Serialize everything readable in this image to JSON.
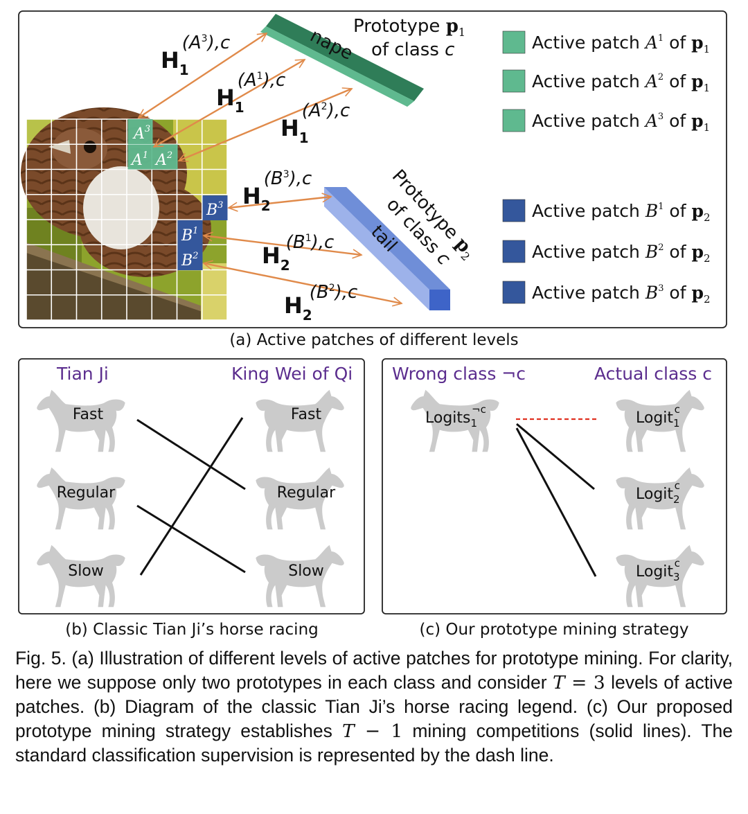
{
  "panel_a": {
    "caption": "(a) Active patches of different levels",
    "prototype1": {
      "title_word": "Prototype ",
      "title_symbol": "p",
      "title_sub": "1",
      "class_line": "of class ",
      "class_symbol": "c",
      "body_label": "nape",
      "color": "#5fb98f"
    },
    "prototype2": {
      "title_word": "Prototype ",
      "title_symbol": "p",
      "title_sub": "2",
      "class_line": "of class ",
      "class_symbol": "c",
      "body_label": "tail",
      "color": "#6f8ed8"
    },
    "patch_labels": [
      "A",
      "A",
      "A",
      "B",
      "B",
      "B"
    ],
    "patch_supers": [
      "3",
      "1",
      "2",
      "3",
      "1",
      "2"
    ],
    "h_symbol": "H",
    "h_subs": [
      "1",
      "1",
      "1",
      "2",
      "2",
      "2"
    ],
    "h_supers": [
      "(A",
      "(A",
      "(A",
      "(B",
      "(B",
      "(B"
    ],
    "h_super_nums": [
      "3",
      "1",
      "2",
      "3",
      "1",
      "2"
    ],
    "h_super_tail": "),c",
    "legend": [
      {
        "prefix": "Active patch ",
        "letter": "A",
        "sup": "1",
        "of": " of ",
        "proto": "p",
        "sub": "1"
      },
      {
        "prefix": "Active patch ",
        "letter": "A",
        "sup": "2",
        "of": " of ",
        "proto": "p",
        "sub": "1"
      },
      {
        "prefix": "Active patch ",
        "letter": "A",
        "sup": "3",
        "of": " of ",
        "proto": "p",
        "sub": "1"
      },
      {
        "prefix": "Active patch ",
        "letter": "B",
        "sup": "1",
        "of": " of ",
        "proto": "p",
        "sub": "2"
      },
      {
        "prefix": "Active patch ",
        "letter": "B",
        "sup": "2",
        "of": " of ",
        "proto": "p",
        "sub": "2"
      },
      {
        "prefix": "Active patch ",
        "letter": "B",
        "sup": "3",
        "of": " of ",
        "proto": "p",
        "sub": "2"
      }
    ],
    "colors": {
      "a_patch": "#5fb98f",
      "b_patch": "#34579c",
      "arrow": "#e08a4a"
    }
  },
  "panel_b": {
    "caption": "(b) Classic Tian Ji’s horse racing",
    "left_title": "Tian Ji",
    "right_title": "King Wei of Qi",
    "left_horses": [
      "Fast",
      "Regular",
      "Slow"
    ],
    "right_horses": [
      "Fast",
      "Regular",
      "Slow"
    ],
    "title_color": "#5b2d8e"
  },
  "panel_c": {
    "caption": "(c) Our prototype mining strategy",
    "left_title": "Wrong class ¬c",
    "right_title": "Actual class c",
    "left_logit": {
      "base": "Logits",
      "sub": "1",
      "sup": "¬c"
    },
    "right_logits": [
      {
        "base": "Logit",
        "sub": "1",
        "sup": "c"
      },
      {
        "base": "Logit",
        "sub": "2",
        "sup": "c"
      },
      {
        "base": "Logit",
        "sub": "3",
        "sup": "c"
      }
    ],
    "dash_color": "#e03020"
  },
  "figure_caption": {
    "lead": "Fig. 5.",
    "part1": " (a) Illustration of different levels of active patches for prototype mining. For clarity, here we suppose only two prototypes in each class and consider ",
    "math1_var": "T",
    "math1_rest": " = 3",
    "part2": " levels of active patches. (b) Diagram of the classic Tian Ji’s horse racing legend. (c) Our proposed prototype mining strategy establishes ",
    "math2_var": "T",
    "math2_rest": " − 1",
    "part3": " mining competitions (solid lines). The standard classification supervision is represented by the dash line."
  }
}
